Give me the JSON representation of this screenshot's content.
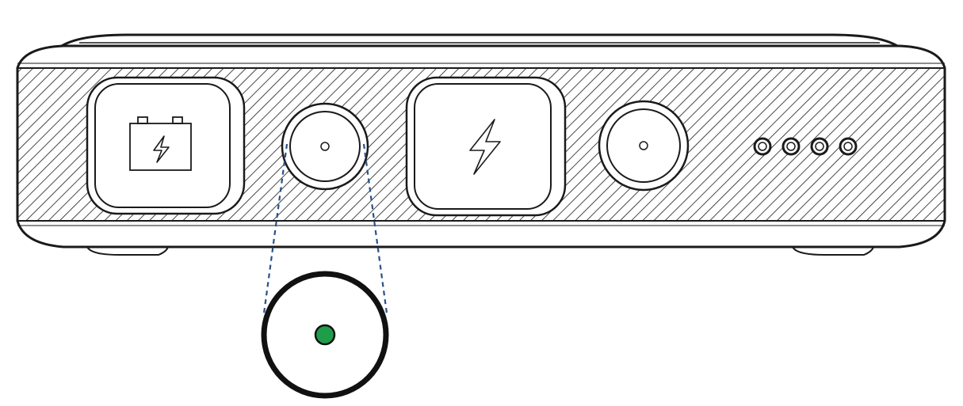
{
  "device": {
    "name": "",
    "body_color": "#ffffff",
    "outline_color": "#1a1a1a",
    "hatch_color": "#1a1a1a"
  },
  "buttons": {
    "battery_button": {
      "icon": "battery-bolt-icon"
    },
    "small_power_button": {
      "icon": "indicator-dot-icon"
    },
    "boost_button": {
      "icon": "lightning-bolt-icon"
    },
    "flashlight_button": {
      "icon": "indicator-dot-icon"
    }
  },
  "indicators": {
    "battery_level_leds": [
      {
        "state": "off"
      },
      {
        "state": "off"
      },
      {
        "state": "off"
      },
      {
        "state": "off"
      }
    ]
  },
  "callout": {
    "target": "small_power_button",
    "leader_style": "dashed",
    "leader_color": "#2a4f8a",
    "indicator_color": "#1e9e4a",
    "indicator_state": "on"
  }
}
